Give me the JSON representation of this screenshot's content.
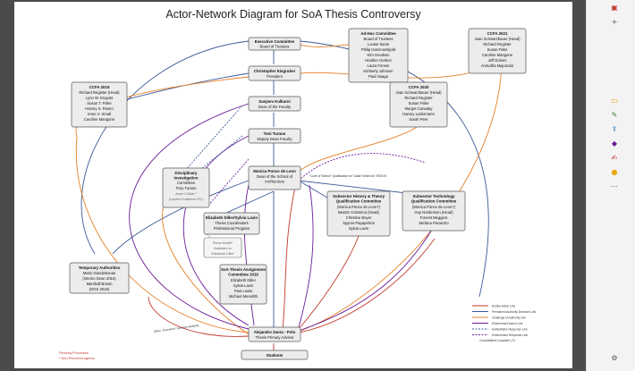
{
  "title": "Actor-Network Diagram for SoA Thesis Controversy",
  "nodes": {
    "exec": [
      "Executive Committee",
      "Board of Trustees"
    ],
    "eisgruber": [
      "Christopher Eisgruber",
      "President"
    ],
    "kulkarni": [
      "Sanjeev Kulkarni",
      "Dean of the Faculty"
    ],
    "turano": [
      "Toni Turano",
      "Deputy Dean Faculty"
    ],
    "ponce": [
      "Monica Ponce de Leon",
      "Dean of the School of",
      "Architecture"
    ],
    "cfca2019_title": "CCFA 2019",
    "cfca2019": [
      "Richard Register (Head)",
      "Lynn W. Enquist",
      "Susan T. Fiske",
      "Harvey S. Rosen",
      "Irene V. Small",
      "Caroline Mangone"
    ],
    "adhoc_title": "Ad-Hoc Committee",
    "adhoc": [
      "Board of Trustees",
      "Louise Sams",
      "Philip Hammarskjold",
      "Kim Goodwin",
      "Heather Gerken",
      "Laura Forese",
      "Kimberly Johnson",
      "Paul Haaga"
    ],
    "cfca2021_title": "CCFA 2021",
    "cfca2021": [
      "Jean Schwarzbauer (Head)",
      "Richard Register",
      "Susan Fiske",
      "Caroline Mangone",
      "Jeff Dolven",
      "Anirudha Majumdar"
    ],
    "cfca2020_title": "CCFA 2020",
    "cfca2020": [
      "Jean Schwarzbauer (Head)",
      "Richard Register",
      "Susan Fiske",
      "Margot Canaday",
      "Harvey Lodermann",
      "Sarah Peer"
    ],
    "disciplinary_title": [
      "Disciplinary",
      "Investigation",
      "Committee"
    ],
    "disciplinary": [
      "Tony Turano"
    ],
    "disciplinary_grey": [
      "Amer Collari *",
      "(Lauren Krabbenc PC)"
    ],
    "diller": [
      "Elizabeth Diller/Sylvia Lavin",
      "Thesis Coordinators",
      "Professional Program"
    ],
    "persa": [
      "Persa Khalili*",
      "Assistant to",
      "Elizabeth Diller"
    ],
    "soa_title": [
      "SoA Thesis Assignment",
      "Committee 2019"
    ],
    "soa": [
      "Elizabeth Diller",
      "Sylvia Lavin",
      "Paul Lewis",
      "Michael Meredith"
    ],
    "history_title": [
      "Subsector History & Theory",
      "Qualification Committee"
    ],
    "history": [
      "(Monica Ponce de Leon?)",
      "Beatriz Colomina (Head)",
      "Christine Boyer",
      "Spyros Papapetros",
      "Sylvia Lavin"
    ],
    "tech_title": [
      "Subsector Technology",
      "Qualification Committee"
    ],
    "tech": [
      "(Monica Ponce de Leon?)",
      "Guy Nordenson (Head)",
      "Forrest Meggers",
      "Stefana Parascho"
    ],
    "temp_title": "Temporary Authorities",
    "temp": [
      "Mario Gandelsonas",
      "(Interim Dean 2015)",
      "Marshall Brown",
      "(DGS 2019)"
    ],
    "zaera": [
      "Alejandro Zaera - Polo",
      "Thesis Primary Advisor"
    ],
    "students": "Students"
  },
  "edge_labels": {
    "code_of_silence": "\"Code of Silence\" Qualification for \"Adam Simmons\" 09/2019",
    "office_detention": "Office \"Detention\" Selective Bullying"
  },
  "legend": [
    {
      "label": "Hostile Action Link",
      "color": "#c0392b",
      "style": "solid"
    },
    {
      "label": "Permanent Authority Direction Link",
      "color": "#3b5998",
      "style": "solid"
    },
    {
      "label": "Challenge of Authority Link",
      "color": "#e67e22",
      "style": "solid"
    },
    {
      "label": "Enforcement Action Link",
      "color": "#6a1b9a",
      "style": "solid"
    },
    {
      "label": "Authoritative Response Link",
      "color": "#3b5998",
      "style": "dashed"
    },
    {
      "label": "Enforcement Response Link",
      "color": "#6a1b9a",
      "style": "dashed"
    }
  ],
  "footnotes": {
    "pending": "Pending Processes",
    "non_princeton": "* Non-Princeton Agents"
  },
  "page_footer": "Consolidated Complaint | 31"
}
